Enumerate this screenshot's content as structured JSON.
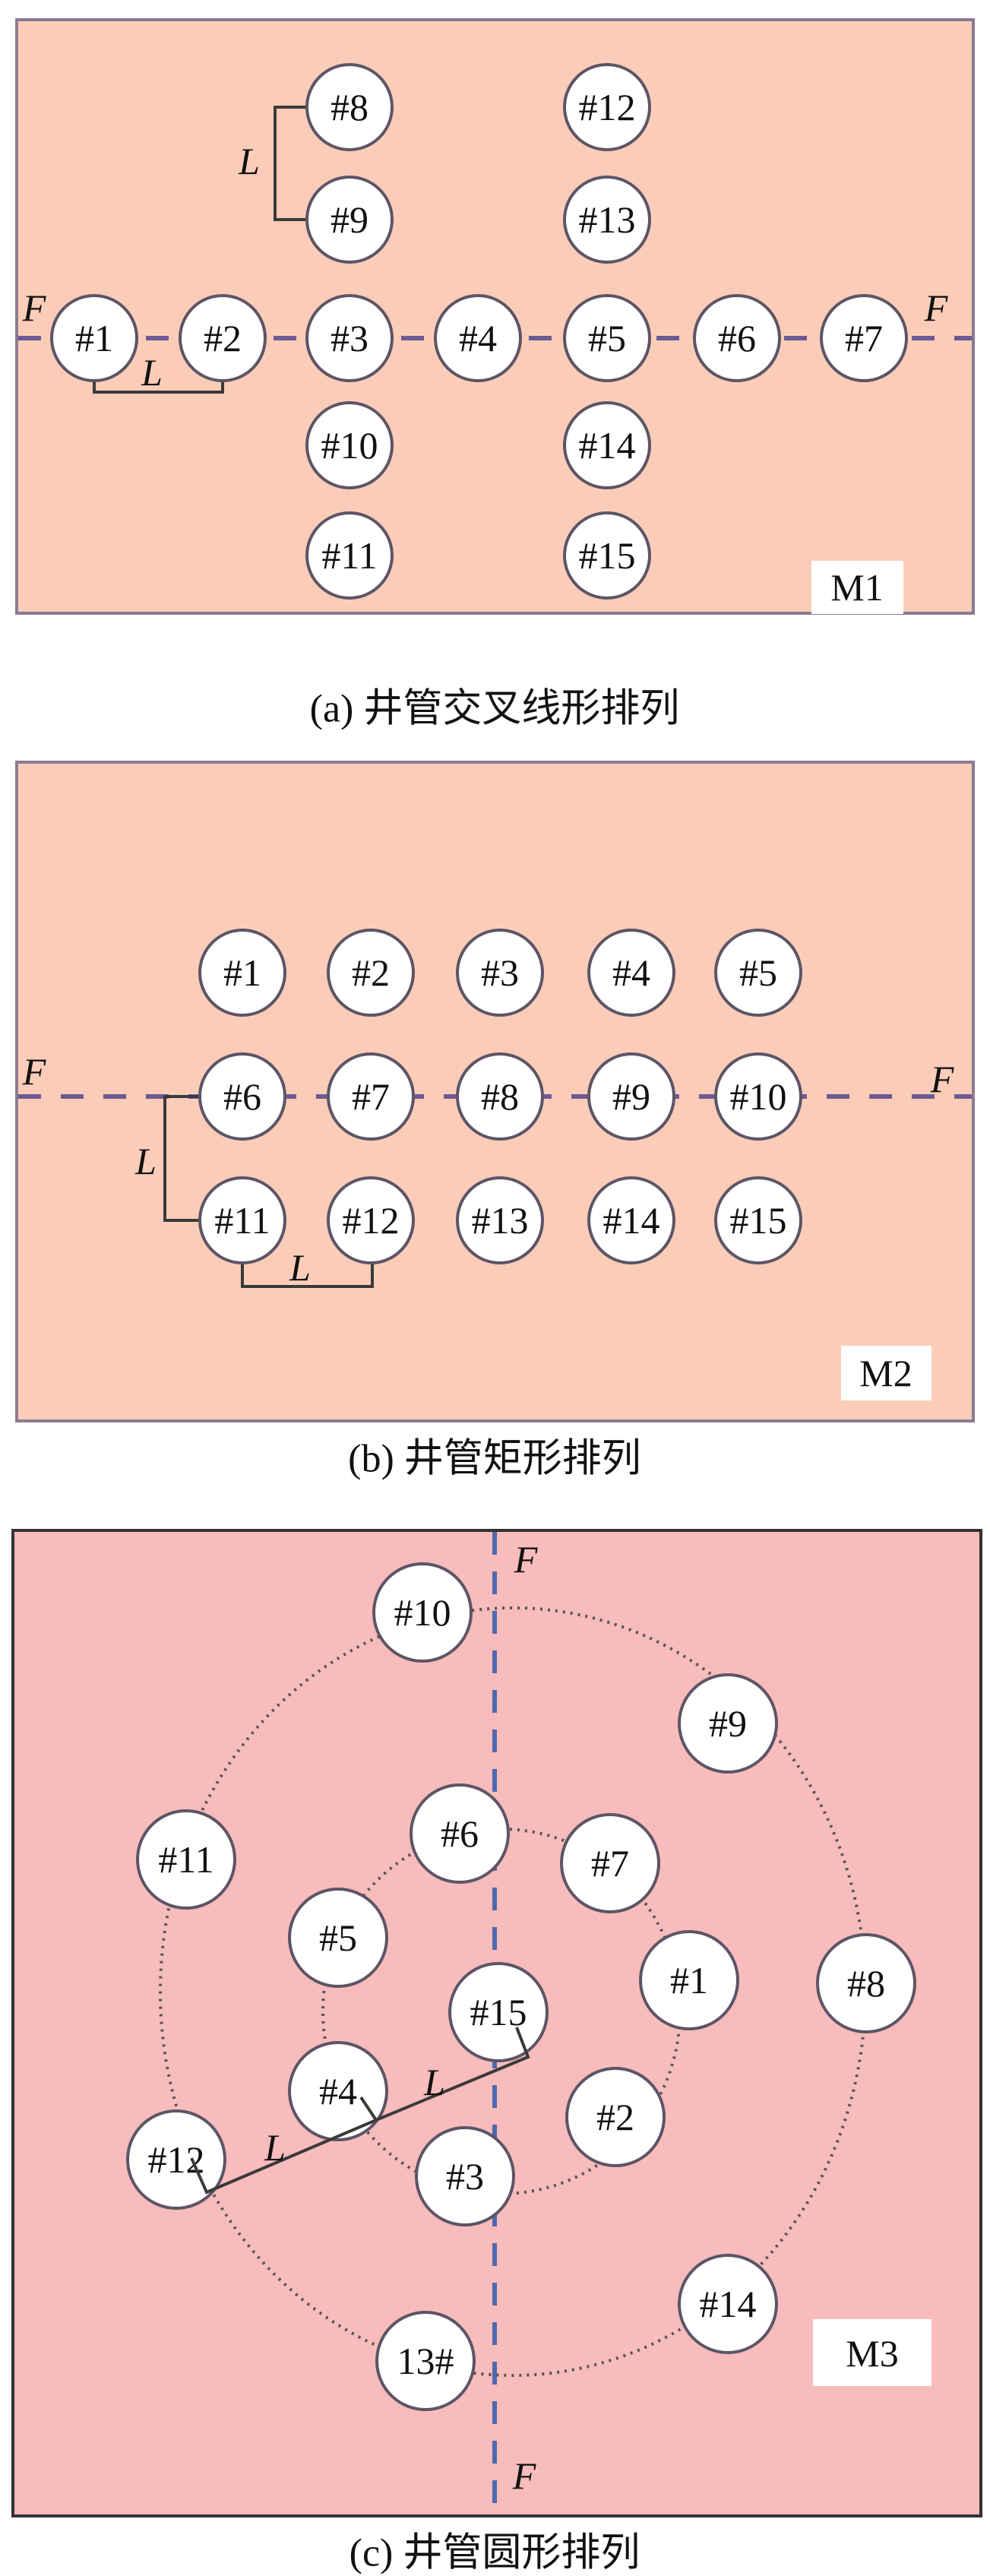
{
  "panels": [
    {
      "id": "a",
      "model_label": "M1",
      "caption": "(a) 井管交叉线形排列",
      "fault_label": "F",
      "spacing_label": "L",
      "wells": [
        "#1",
        "#2",
        "#3",
        "#4",
        "#5",
        "#6",
        "#7",
        "#8",
        "#9",
        "#10",
        "#11",
        "#12",
        "#13",
        "#14",
        "#15"
      ],
      "background": "#fbcdb9",
      "fault_color": "#6b5a93"
    },
    {
      "id": "b",
      "model_label": "M2",
      "caption": "(b) 井管矩形排列",
      "fault_label": "F",
      "spacing_label": "L",
      "wells": [
        "#1",
        "#2",
        "#3",
        "#4",
        "#5",
        "#6",
        "#7",
        "#8",
        "#9",
        "#10",
        "#11",
        "#12",
        "#13",
        "#14",
        "#15"
      ],
      "background": "#fbcdb9",
      "fault_color": "#6b5a93"
    },
    {
      "id": "c",
      "model_label": "M3",
      "caption": "(c) 井管圆形排列",
      "fault_label": "F",
      "spacing_label": "L",
      "wells": [
        "#1",
        "#2",
        "#3",
        "#4",
        "#5",
        "#6",
        "#7",
        "#8",
        "#9",
        "#10",
        "#11",
        "#12",
        "13#",
        "#14",
        "#15"
      ],
      "background": "#f7bcbb",
      "fault_color": "#4f68ae"
    }
  ]
}
